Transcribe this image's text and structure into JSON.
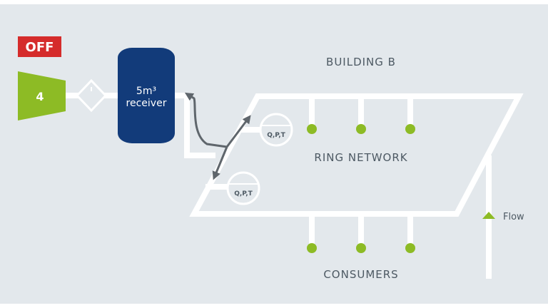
{
  "status": {
    "label": "OFF",
    "color": "#d52b2b"
  },
  "compressor": {
    "label": "4",
    "color": "#8dbb25"
  },
  "filter": {
    "icon": "filter-diamond-icon"
  },
  "receiver": {
    "line1": "5m³",
    "line2": "receiver",
    "color": "#123b7a"
  },
  "building": {
    "label": "BUILDING B"
  },
  "ring": {
    "label": "RING NETWORK"
  },
  "sensors": [
    {
      "label": "Q,P,T"
    },
    {
      "label": "Q,P,T"
    }
  ],
  "consumers": {
    "label": "CONSUMERS",
    "top_count": 3,
    "bottom_count": 3,
    "dot_color": "#8dbb25"
  },
  "flow": {
    "label": "Flow",
    "icon": "arrow-up-icon"
  },
  "colors": {
    "background": "#e3e8ec",
    "pipe": "#ffffff",
    "text": "#4d5963",
    "arrow": "#5f666c",
    "accent": "#8dbb25"
  }
}
